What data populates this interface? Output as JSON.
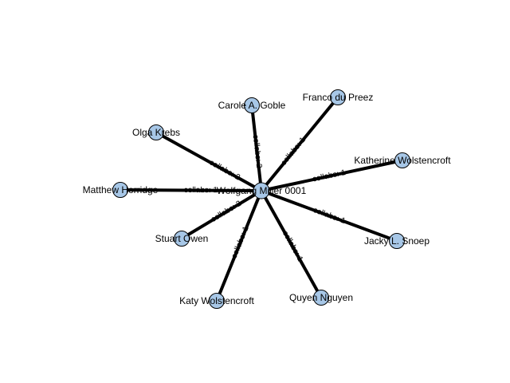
{
  "graph": {
    "center": "Wolfgang Miller 0001",
    "colors": {
      "node_fill": "#a7c7e7",
      "edge": "#000000",
      "background": "#ffffff"
    },
    "nodes": [
      {
        "id": "center",
        "label": "Wolfgang Miller 0001"
      },
      {
        "id": "franco",
        "label": "Franco du Preez"
      },
      {
        "id": "carole",
        "label": "Carole A. Goble"
      },
      {
        "id": "olga",
        "label": "Olga Krebs"
      },
      {
        "id": "katherine",
        "label": "Katherine Wolstencroft"
      },
      {
        "id": "matthew",
        "label": "Matthew Horridge"
      },
      {
        "id": "stuart",
        "label": "Stuart Owen"
      },
      {
        "id": "jacky",
        "label": "Jacky L. Snoep"
      },
      {
        "id": "katy",
        "label": "Katy Wolstencroft"
      },
      {
        "id": "quyen",
        "label": "Quyen Nguyen"
      }
    ],
    "edges": [
      {
        "target": "franco",
        "label": "collabs: 1"
      },
      {
        "target": "carole",
        "label": "collabs: 2"
      },
      {
        "target": "olga",
        "label": "collabs: 2"
      },
      {
        "target": "katherine",
        "label": "collabs: 1"
      },
      {
        "target": "matthew",
        "label": "collabs: 1"
      },
      {
        "target": "stuart",
        "label": "collabs: 2"
      },
      {
        "target": "jacky",
        "label": "collabs: 1"
      },
      {
        "target": "katy",
        "label": "collabs: 1"
      },
      {
        "target": "quyen",
        "label": "collabs: 1"
      }
    ]
  }
}
